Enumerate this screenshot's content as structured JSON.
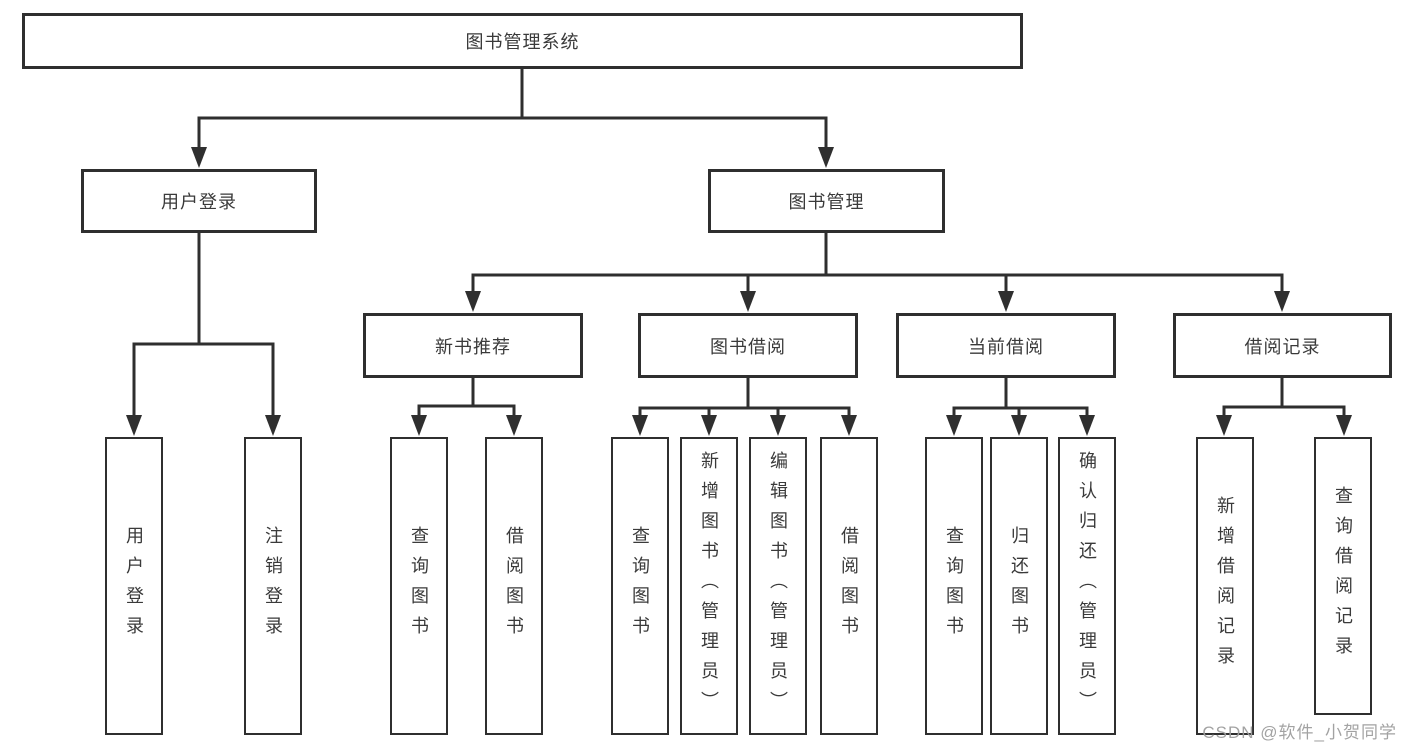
{
  "tree": {
    "root": {
      "label": "图书管理系统"
    },
    "children": [
      {
        "label": "用户登录",
        "children": [
          {
            "label": "用户登录"
          },
          {
            "label": "注销登录"
          }
        ]
      },
      {
        "label": "图书管理",
        "children": [
          {
            "label": "新书推荐",
            "children": [
              {
                "label": "查询图书"
              },
              {
                "label": "借阅图书"
              }
            ]
          },
          {
            "label": "图书借阅",
            "children": [
              {
                "label": "查询图书"
              },
              {
                "label": "新增图书（管理员）"
              },
              {
                "label": "编辑图书（管理员）"
              },
              {
                "label": "借阅图书"
              }
            ]
          },
          {
            "label": "当前借阅",
            "children": [
              {
                "label": "查询图书"
              },
              {
                "label": "归还图书"
              },
              {
                "label": "确认归还（管理员）"
              }
            ]
          },
          {
            "label": "借阅记录",
            "children": [
              {
                "label": "新增借阅记录"
              },
              {
                "label": "查询借阅记录"
              }
            ]
          }
        ]
      }
    ]
  },
  "watermark": {
    "text": "CSDN @软件_小贺同学"
  },
  "colors": {
    "line": "#2f2f2f",
    "text": "#3a3a3a",
    "background": "#ffffff",
    "watermark": "#9e9e9e"
  }
}
